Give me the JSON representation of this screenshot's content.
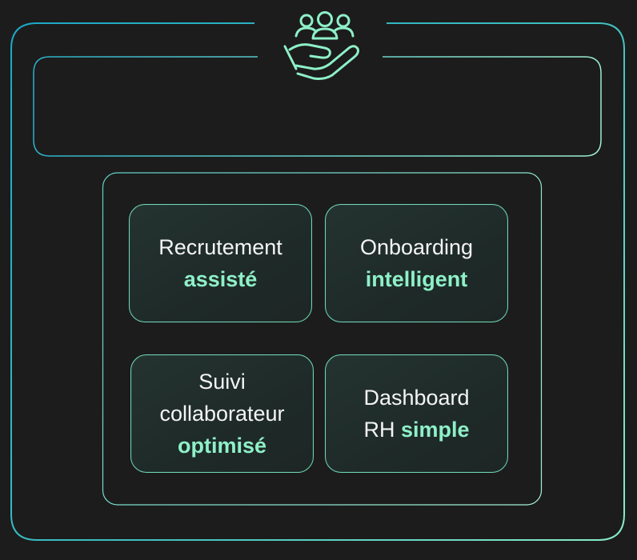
{
  "header": {
    "icon": "team-care-icon"
  },
  "colors": {
    "background": "#1c1c1c",
    "accent_start": "#1aa7c7",
    "accent_end": "#8ef0c8",
    "card_bg": "#22302d",
    "highlight_text": "#8ef0c8"
  },
  "cards": [
    {
      "line1": "Recrutement",
      "line2_plain": "",
      "highlight": "assisté"
    },
    {
      "line1": "Onboarding",
      "line2_plain": "",
      "highlight": "intelligent"
    },
    {
      "line1": "Suivi",
      "line2_plain": "collaborateur",
      "highlight": "optimisé"
    },
    {
      "line1": "Dashboard",
      "line2_plain": "RH ",
      "highlight": "simple"
    }
  ]
}
